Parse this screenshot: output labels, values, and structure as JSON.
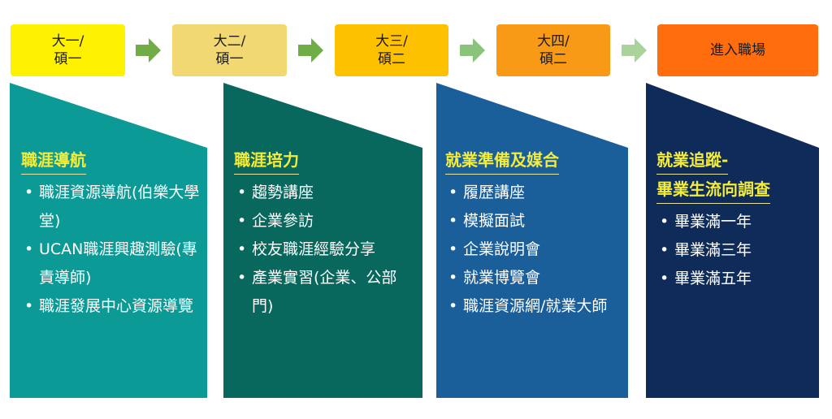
{
  "stages": [
    {
      "line1": "大一/",
      "line2": "碩一",
      "color": "#fef200"
    },
    {
      "line1": "大二/",
      "line2": "碩一",
      "color": "#f2d873"
    },
    {
      "line1": "大三/",
      "line2": "碩二",
      "color": "#fdc100"
    },
    {
      "line1": "大四/",
      "line2": "碩二",
      "color": "#f99a16"
    },
    {
      "line1": "進入職場",
      "line2": "",
      "color": "#ff6d0c"
    }
  ],
  "columns": [
    {
      "title": "職涯導航",
      "color": "#0b9a96",
      "items": [
        "職涯資源導航(伯樂大學堂)",
        "UCAN職涯興趣測驗(專責導師)",
        "職涯發展中心資源導覽"
      ]
    },
    {
      "title": "職涯培力",
      "color": "#08685e",
      "items": [
        "趨勢講座",
        "企業參訪",
        "校友職涯經驗分享",
        "產業實習(企業、公部門)"
      ]
    },
    {
      "title": "就業準備及媒合",
      "color": "#1a5e9a",
      "items": [
        "履歷講座",
        "模擬面試",
        "企業說明會",
        "就業博覽會",
        "職涯資源網/就業大師"
      ]
    },
    {
      "title": "就業追蹤-",
      "title2": "畢業生流向調查",
      "color": "#0f2b5a",
      "items": [
        "畢業滿一年",
        "畢業滿三年",
        "畢業滿五年"
      ]
    }
  ],
  "arrow_color": "#70ad47"
}
